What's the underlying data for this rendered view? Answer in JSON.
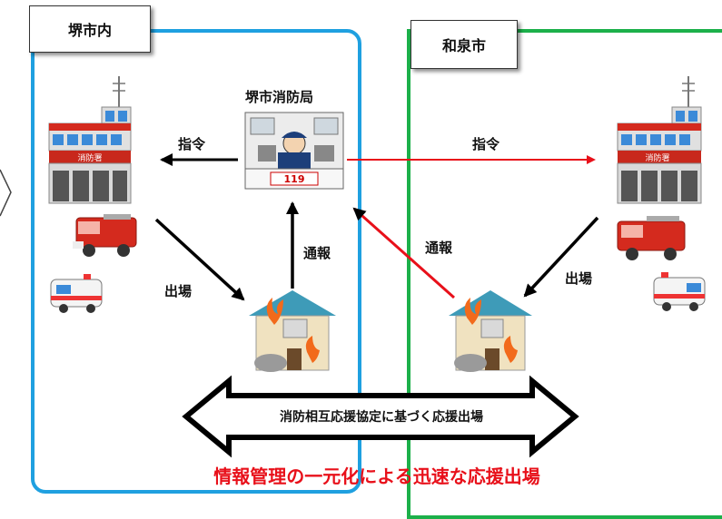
{
  "regions": {
    "sakai": "堺市内",
    "izumi": "和泉市"
  },
  "dispatch_center": {
    "title": "堺市消防局",
    "number": "119",
    "sign_text": "消防署"
  },
  "arrows": {
    "command_left": "指令",
    "command_right": "指令",
    "report_left": "通報",
    "report_right": "通報",
    "dispatch_left": "出場",
    "dispatch_right": "出場"
  },
  "agreement_label": "消防相互応援協定に基づく応援出場",
  "footer_caption": "情報管理の一元化による迅速な応援出場",
  "colors": {
    "sakai_border": "#1fa0e0",
    "izumi_border": "#1cb04a",
    "red_arrow": "#e8101a",
    "caption_red": "#e8101a"
  }
}
